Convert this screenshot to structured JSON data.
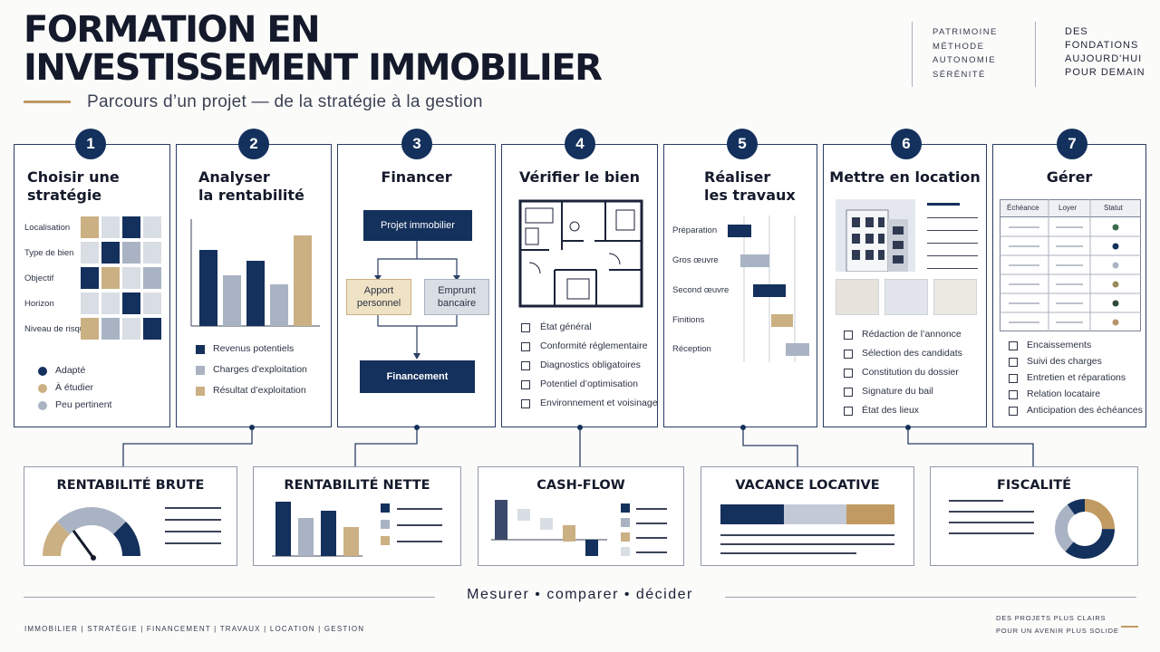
{
  "header": {
    "title_line1": "FORMATION EN",
    "title_line2": "INVESTISSEMENT IMMOBILIER",
    "subtitle": "Parcours d’un projet — de la stratégie à la gestion",
    "keywords": [
      "PATRIMOINE",
      "MÉTHODE",
      "AUTONOMIE",
      "SÉRÉNITÉ"
    ],
    "tagline_lines": [
      "DES",
      "FONDATIONS",
      "AUJOURD'HUI",
      "POUR DEMAIN"
    ]
  },
  "colors": {
    "navy": "#14305c",
    "gray_blue": "#a9b3c3",
    "tan": "#cbb083",
    "light_gray": "#d9dde4",
    "gold": "#c19a62"
  },
  "steps": [
    {
      "number": "1",
      "title_l1": "Choisir une",
      "title_l2": "stratégie",
      "rows": [
        "Localisation",
        "Type de bien",
        "Objectif",
        "Horizon",
        "Niveau de risque"
      ],
      "legend": [
        {
          "label": "Adapté",
          "color": "#14305c"
        },
        {
          "label": "À étudier",
          "color": "#cbb083"
        },
        {
          "label": "Peu pertinent",
          "color": "#a9b3c3"
        }
      ]
    },
    {
      "number": "2",
      "title_l1": "Analyser",
      "title_l2": "la rentabilité",
      "legend": [
        {
          "label": "Revenus potentiels",
          "color": "#14305c"
        },
        {
          "label": "Charges d’exploitation",
          "color": "#a9b3c3"
        },
        {
          "label": "Résultat d’exploitation",
          "color": "#cbb083"
        }
      ]
    },
    {
      "number": "3",
      "title": "Financer",
      "project": "Projet immobilier",
      "apport_l1": "Apport",
      "apport_l2": "personnel",
      "emprunt_l1": "Emprunt",
      "emprunt_l2": "bancaire",
      "financement": "Financement"
    },
    {
      "number": "4",
      "title": "Vérifier le bien",
      "checks": [
        "État général",
        "Conformité réglementaire",
        "Diagnostics obligatoires",
        "Potentiel d’optimisation",
        "Environnement et voisinage"
      ]
    },
    {
      "number": "5",
      "title_l1": "Réaliser",
      "title_l2": "les travaux",
      "phases": [
        "Préparation",
        "Gros œuvre",
        "Second œuvre",
        "Finitions",
        "Réception"
      ]
    },
    {
      "number": "6",
      "title": "Mettre en location",
      "checks": [
        "Rédaction de l’annonce",
        "Sélection des candidats",
        "Constitution du dossier",
        "Signature du bail",
        "État des lieux"
      ]
    },
    {
      "number": "7",
      "title": "Gérer",
      "table_headers": [
        "Échéance",
        "Loyer",
        "Statut"
      ],
      "checks": [
        "Encaissements",
        "Suivi des charges",
        "Entretien et réparations",
        "Relation locataire",
        "Anticipation des échéances"
      ]
    }
  ],
  "metrics": [
    "RENTABILITÉ BRUTE",
    "RENTABILITÉ NETTE",
    "CASH-FLOW",
    "VACANCE LOCATIVE",
    "FISCALITÉ"
  ],
  "bottom": {
    "tagline": "Mesurer • comparer • décider",
    "footer": "IMMOBILIER  |  STRATÉGIE  |  FINANCEMENT  |  TRAVAUX  |  LOCATION  |  GESTION",
    "footer_right_l1": "DES PROJETS PLUS CLAIRS",
    "footer_right_l2": "POUR UN AVENIR PLUS SOLIDE"
  }
}
